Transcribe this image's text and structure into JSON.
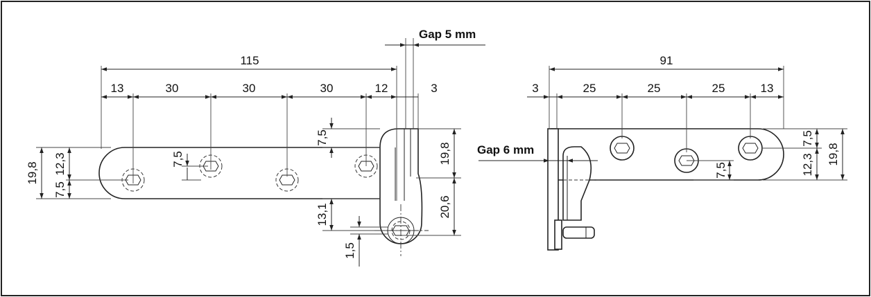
{
  "left_view": {
    "gap": "Gap 5 mm",
    "dims": {
      "overall": "115",
      "seg_13": "13",
      "seg_30_a": "30",
      "seg_30_b": "30",
      "seg_30_c": "30",
      "seg_12": "12",
      "seg_3": "3",
      "hole_offset": "7,5",
      "leaf_height": "19,8",
      "hole_center": "12,3",
      "hole_bottom": "7,5",
      "top_offset": "7,5",
      "right_height": "19,8",
      "knuckle": "20,6",
      "knuckle_drop": "13,1",
      "small_gap": "1,5"
    }
  },
  "right_view": {
    "gap": "Gap 6 mm",
    "dims": {
      "overall": "91",
      "seg_3": "3",
      "seg_25_a": "25",
      "seg_25_b": "25",
      "seg_25_c": "25",
      "seg_13": "13",
      "hole_offset": "7,5",
      "top_offset": "7,5",
      "hole_center": "12,3",
      "leaf_height": "19,8"
    }
  }
}
